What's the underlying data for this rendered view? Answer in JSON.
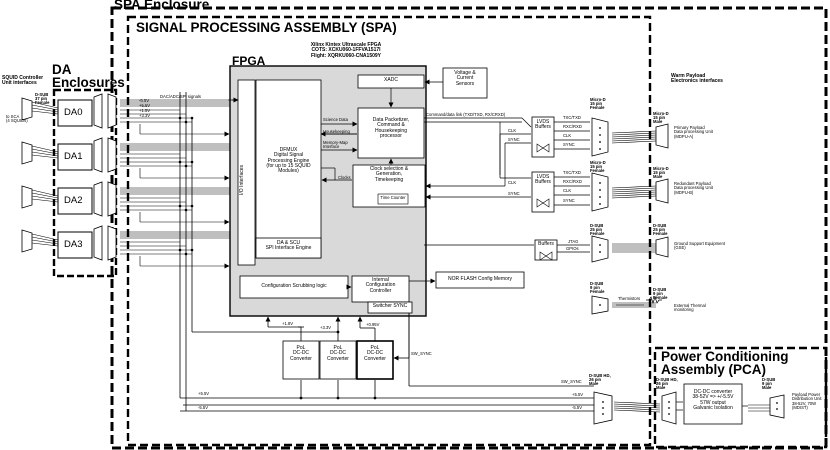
{
  "enclosures": {
    "spa_enclosure": "SPA Enclosure",
    "spa_title": "SIGNAL PROCESSING ASSEMBLY (SPA)",
    "da_enclosures": "DA\nEnclosures",
    "pca_title": "Power Conditioning\nAssembly (PCA)"
  },
  "fpga": {
    "label": "FPGA",
    "info": "Xilinx Kintex Ultrascale FPGA\nCOTS: XCKU060-1FFVA1517I\nFlight: XQRKU060-CNA1509Y",
    "io_interfaces": "I/O Interfaces",
    "dfmux": "DFMUX\nDigital Signal\nProcessing Engine\n(for up to 15 SQUID\nModules)",
    "da_scu": "DA & SCU\nSPI Interface Engine",
    "xadc": "XADC",
    "packetizer": "Data Packetizer,\nCommand &\nHousekeeping\nprocessor",
    "clock_gen": "Clock selection &\nGeneration,\nTimekeeping",
    "time_counter": "Time Counter",
    "config_scrub": "Configuration Scrubbing logic",
    "int_config": "Internal\nConfiguration\nController",
    "switcher_sync": "Switcher SYNC",
    "science_data": "Science Data",
    "housekeeping": "Housekeeping",
    "memory_map": "Memory-Map\nInterface",
    "clocks": "Clocks"
  },
  "left_side": {
    "squid_title": "SQUID Controller\nUnit interfaces",
    "to_sca": "to SCA\n(4 SQUIDs)",
    "dsub_label": "D-SUB\n37 pin\nFemale",
    "da_boxes": [
      "DA0",
      "DA1",
      "DA2",
      "DA3"
    ],
    "dac_signals": "DAC/ADC/SPI signals",
    "rails": [
      "-5.5V",
      "+5.5V",
      "+1.5V",
      "+3.3V"
    ]
  },
  "boxes": {
    "voltage_sensors": "Voltage &\nCurrent\nSensors",
    "lvds1": "LVDS\nBuffers",
    "lvds2": "LVDS\nBuffers",
    "buffers": "Buffers",
    "nor_flash": "NOR FLASH Config Memory",
    "pol1": "PoL\nDC-DC\nConverter",
    "pol2": "PoL\nDC-DC\nConverter",
    "pol3": "PoL\nDC-DC\nConverter",
    "dcdc": "DC-DC converter\n38-52V => +/-5.5V\n57W output\nGalvanic Isolation"
  },
  "signals": {
    "cmd_link": "Command/data link (TXD/TXD, RX/CRXD)",
    "clk": "CLK",
    "sync": "SYNC",
    "txd_txd": "TXC/TXD",
    "rxc_rxd": "RXC/RXD",
    "jtag": "JTAG",
    "gpios": "GPIOs",
    "sw_sync": "SW_SYNC",
    "v_095": "+0.95V",
    "v_33": "+3.3V",
    "v_18": "+1.8V",
    "v_p55": "+5.5V",
    "v_n55": "-5.5V"
  },
  "connectors": {
    "micro_d": "Micro-D\n15 pin\nFemale",
    "micro_d_male": "Micro-D\n15 pin\nMale",
    "dsub_25_female": "D-SUB\n25 pin\nFemale",
    "dsub_9_female": "D-SUB\n9 pin\nFemale",
    "dsub_hd_26_male_a": "D-SUB HD,\n26 pin\nMale",
    "dsub_hd_26_male_b": "D-SUB HD,\n26 pin\nMale",
    "dsub_9_male": "D-SUB\n9 pin\nMale"
  },
  "right_side": {
    "warm_payload": "Warm Payload\nElectronics interfaces",
    "mdpu_a": "Primary Payload\nData processing Unit\n(MDPU-A)",
    "mdpu_b": "Redundant Payload\nData processing Unit\n(MDPU-B)",
    "gse": "Ground Support Equipment\n(GSE)",
    "thermistors": "Thermistors",
    "ext_thermal": "External Thermal\nmonitoring",
    "ppdu": "Payload Power\nDistribution Unit\n38-52V, 70W\n(MDIST)"
  }
}
